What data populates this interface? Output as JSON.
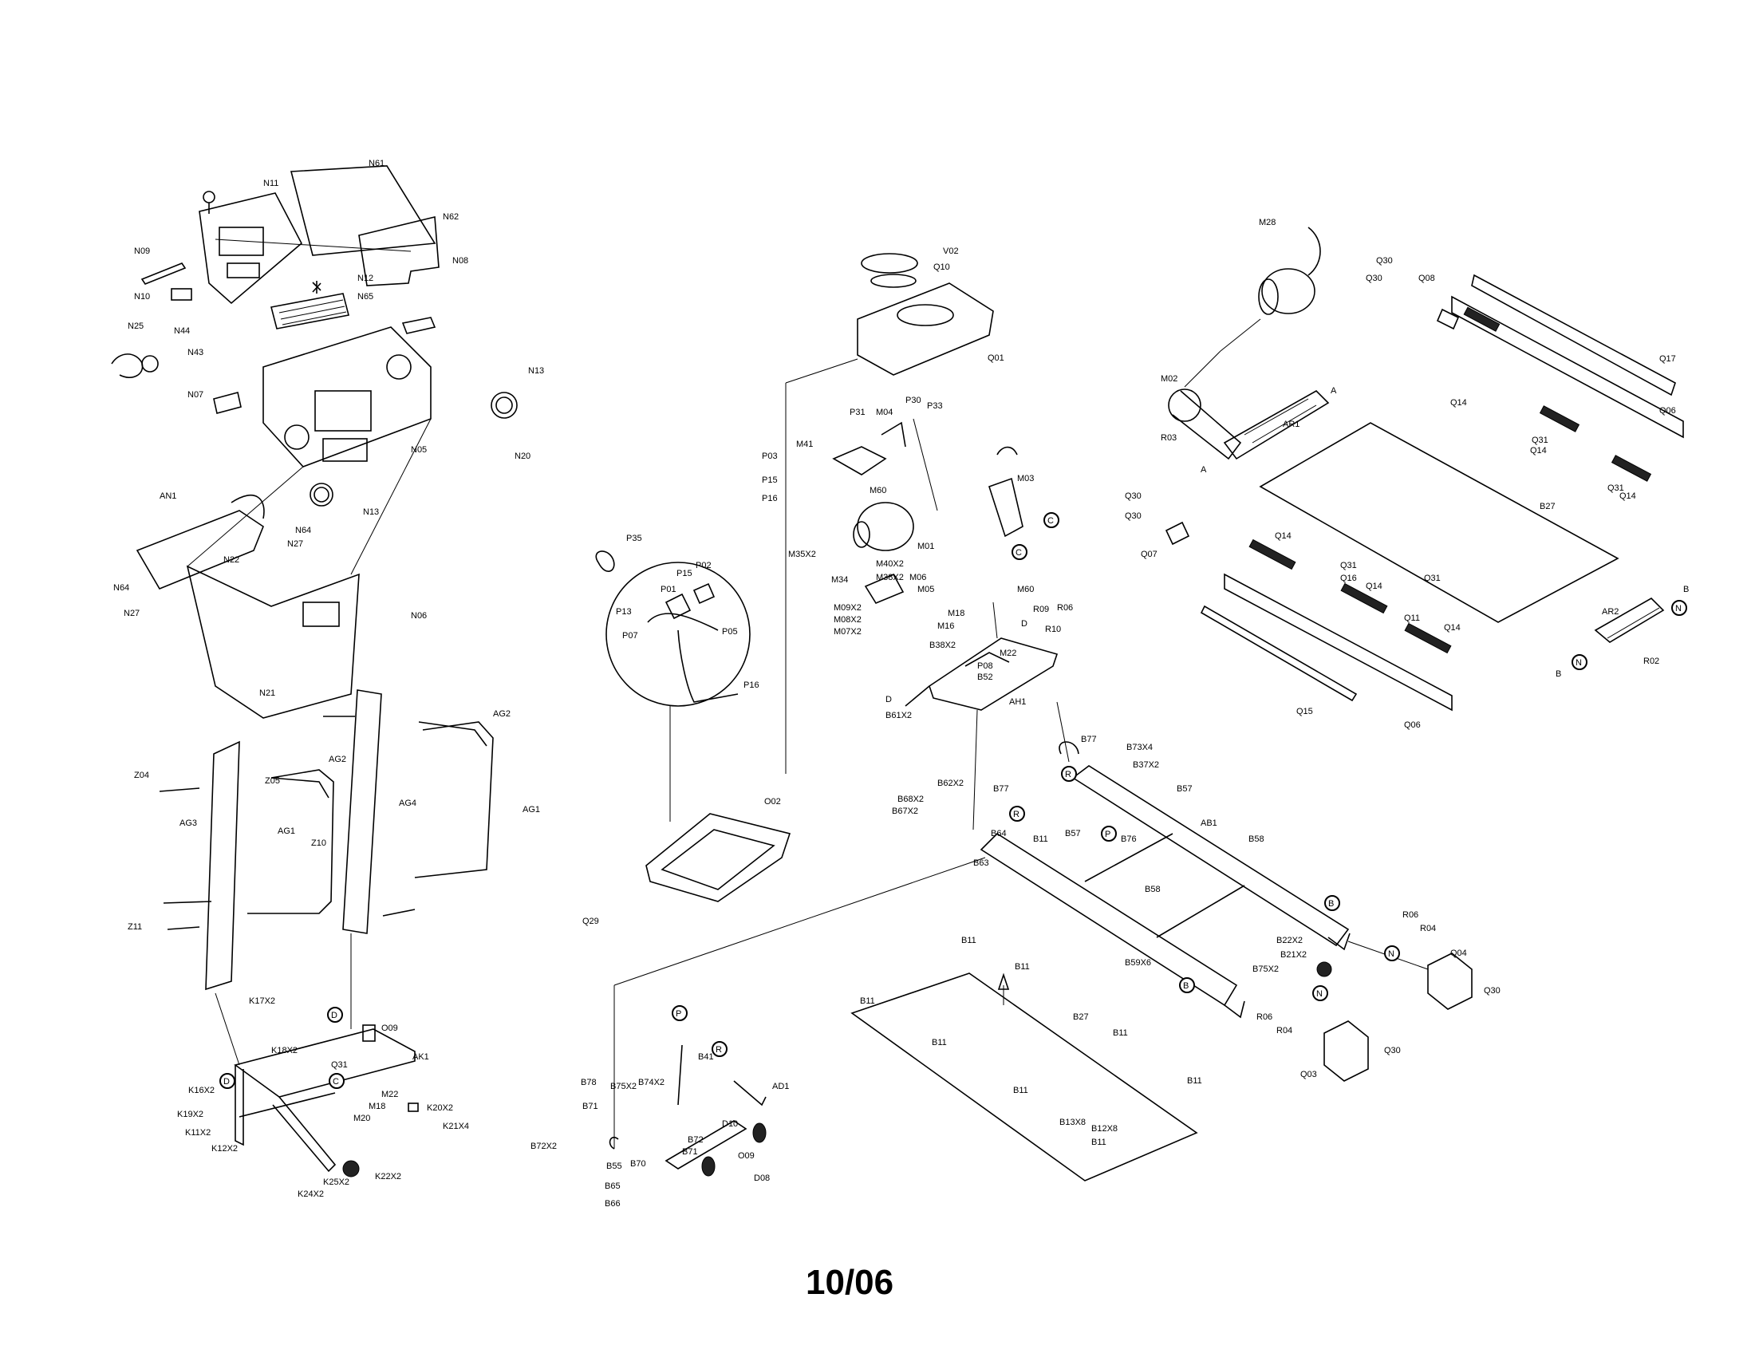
{
  "caption": "10/06",
  "labels": {
    "N61": "N61",
    "N11": "N11",
    "N62": "N62",
    "N09": "N09",
    "N10": "N10",
    "N65": "N65",
    "N12": "N12",
    "N08": "N08",
    "N25": "N25",
    "N44": "N44",
    "N43": "N43",
    "N13a": "N13",
    "N07": "N07",
    "N05": "N05",
    "N20": "N20",
    "N13b": "N13",
    "AN1": "AN1",
    "N64a": "N64",
    "N27a": "N27",
    "N22": "N22",
    "N64b": "N64",
    "N27b": "N27",
    "N06": "N06",
    "N21": "N21",
    "AG2a": "AG2",
    "AG2b": "AG2",
    "Z04": "Z04",
    "Z05": "Z05",
    "AG4": "AG4",
    "AG1a": "AG1",
    "AG1b": "AG1",
    "AG3": "AG3",
    "Z10": "Z10",
    "Z11": "Z11",
    "K17X2": "K17X2",
    "K18X2": "K18X2",
    "O09a": "O09",
    "AK1": "AK1",
    "Q31a": "Q31",
    "K16X2": "K16X2",
    "M22a": "M22",
    "M18a": "M18",
    "K20X2": "K20X2",
    "K19X2": "K19X2",
    "M20": "M20",
    "K21X4": "K21X4",
    "K11X2": "K11X2",
    "K12X2": "K12X2",
    "K22X2": "K22X2",
    "K24X2": "K24X2",
    "K25X2": "K25X2",
    "V02": "V02",
    "Q10": "Q10",
    "Q01": "Q01",
    "P31": "P31",
    "M04": "M04",
    "P30": "P30",
    "P33": "P33",
    "M41": "M41",
    "P03": "P03",
    "P15a": "P15",
    "P16a": "P16",
    "M60a": "M60",
    "M03": "M03",
    "M01": "M01",
    "M35X2": "M35X2",
    "M40X2": "M40X2",
    "M34": "M34",
    "M38X2": "M38X2",
    "M06": "M06",
    "M05": "M05",
    "P35": "P35",
    "P15b": "P15",
    "P02": "P02",
    "P01": "P01",
    "P13": "P13",
    "P07": "P07",
    "P05": "P05",
    "P16b": "P16",
    "M09X2": "M09X2",
    "M08X2": "M08X2",
    "M07X2": "M07X2",
    "M60b": "M60",
    "M18b": "M18",
    "M16": "M16",
    "B38X2": "B38X2",
    "M22b": "M22",
    "R09": "R09",
    "R06a": "R06",
    "R10": "R10",
    "P08": "P08",
    "B52": "B52",
    "AH1": "AH1",
    "B61X2": "B61X2",
    "O02": "O02",
    "Q29": "Q29",
    "B77a": "B77",
    "B73X4": "B73X4",
    "B37X2": "B37X2",
    "B62X2": "B62X2",
    "B77b": "B77",
    "B68X2": "B68X2",
    "B67X2": "B67X2",
    "B64": "B64",
    "B57a": "B57",
    "AB1": "AB1",
    "B11a": "B11",
    "B57b": "B57",
    "B76": "B76",
    "B58a": "B58",
    "B63": "B63",
    "B58b": "B58",
    "B59X6": "B59X6",
    "B22X2": "B22X2",
    "B21X2": "B21X2",
    "B75X2a": "B75X2",
    "R06b": "R06",
    "R04a": "R04",
    "R06c": "R06",
    "R04b": "R04",
    "B41": "B41",
    "AD1": "AD1",
    "B78": "B78",
    "B75X2b": "B75X2",
    "B74X2": "B74X2",
    "B71a": "B71",
    "D10": "D10",
    "B72X2": "B72X2",
    "B55": "B55",
    "B72": "B72",
    "B71b": "B71",
    "O09b": "O09",
    "B70": "B70",
    "D08": "D08",
    "B65": "B65",
    "B66": "B66",
    "B11b": "B11",
    "B11c": "B11",
    "B11d": "B11",
    "B11e": "B11",
    "B11f": "B11",
    "B27a": "B27",
    "B11g": "B11",
    "B11h": "B11",
    "B13X8": "B13X8",
    "B12X8": "B12X8",
    "B11i": "B11",
    "M28": "M28",
    "Q30a": "Q30",
    "Q30b": "Q30",
    "Q08": "Q08",
    "Q17": "Q17",
    "M02": "M02",
    "Q14a": "Q14",
    "Q06a": "Q06",
    "R03": "R03",
    "AR1": "AR1",
    "Q31b": "Q31",
    "Q14b": "Q14",
    "Q31c": "Q31",
    "Q14c": "Q14",
    "B27b": "B27",
    "Q30c": "Q30",
    "Q30d": "Q30",
    "Q07": "Q07",
    "Q14d": "Q14",
    "Q31d": "Q31",
    "Q16": "Q16",
    "Q14e": "Q14",
    "Q31e": "Q31",
    "Q11": "Q11",
    "Q14f": "Q14",
    "AR2": "AR2",
    "R02": "R02",
    "Q15": "Q15",
    "Q06b": "Q06",
    "Q04": "Q04",
    "Q30e": "Q30",
    "Q03": "Q03",
    "Q30f": "Q30"
  },
  "callouts": {
    "A1": "A",
    "A2": "A",
    "B1": "B",
    "B2": "B",
    "C1": "C",
    "C2": "C",
    "D1": "D",
    "D2": "D",
    "D3": "D",
    "D4": "D",
    "N1": "N",
    "N2": "N",
    "N3": "N",
    "N4": "N",
    "R1": "R",
    "R2": "R",
    "R3": "R",
    "P1": "P",
    "P2": "P",
    "B3": "B",
    "B4": "B",
    "C3": "C"
  }
}
